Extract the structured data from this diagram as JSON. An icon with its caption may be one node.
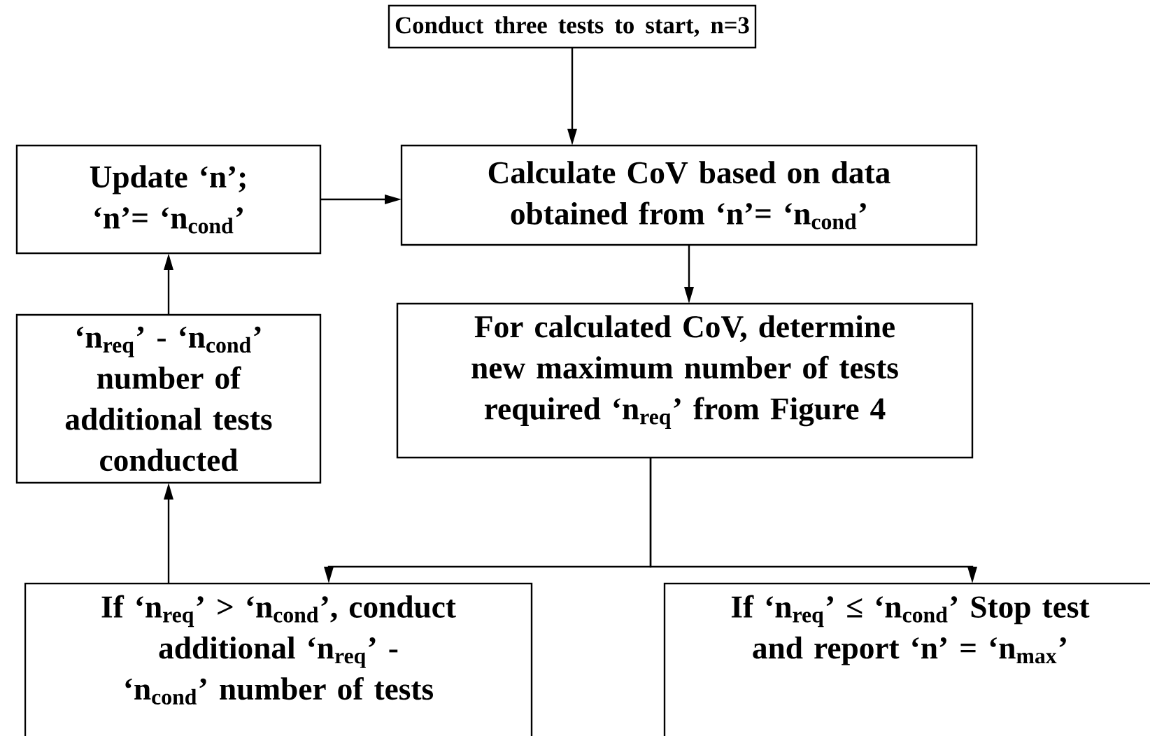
{
  "diagram": {
    "nodes": [
      {
        "text": [
          "Conduct three tests to start, n=3"
        ]
      },
      {
        "text": [
          "Calculate CoV based on data obtained from ‘n’= ‘n$_{cond}$’"
        ]
      },
      {
        "text": [
          "For calculated CoV, determine new maximum number of tests required ‘n$_{req}$’ from Figure 4"
        ]
      },
      {
        "text": [
          "Update ‘n’; ‘n’= ‘n$_{cond}$’"
        ]
      },
      {
        "text": [
          "‘n$_{req}$’ - ‘n$_{cond}$’ number of additional tests conducted"
        ]
      },
      {
        "text": [
          "If ‘n$_{req}$’ > ‘n$_{cond}$’, conduct additional ‘n$_{req}$’ - ‘n$_{cond}$’ number of tests"
        ]
      },
      {
        "text": [
          "If ‘n$_{req}$’ ≤ ‘n$_{cond}$’ Stop test and report ‘n’ = ‘n$_{max}$’"
        ]
      }
    ],
    "edges": [
      {
        "from": 0,
        "to": 1,
        "arrow": "to"
      },
      {
        "from": 1,
        "to": 2,
        "arrow": "to"
      },
      {
        "from": 3,
        "to": 1,
        "arrow": "to"
      },
      {
        "from": 4,
        "to": 3,
        "arrow": "to"
      },
      {
        "from": 5,
        "to": 4,
        "arrow": "to"
      },
      {
        "from": 2,
        "to": 5,
        "arrow": "to"
      },
      {
        "from": 2,
        "to": 6,
        "arrow": "to"
      }
    ]
  }
}
